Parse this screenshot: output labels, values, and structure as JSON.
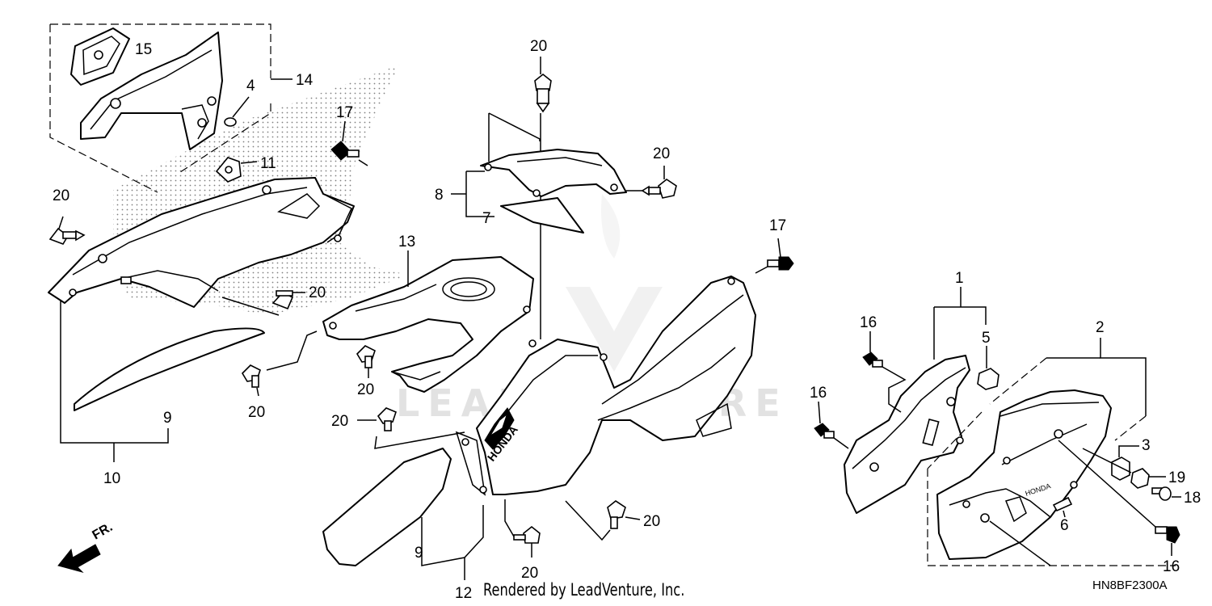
{
  "diagram": {
    "callouts": {
      "c1": "1",
      "c2": "2",
      "c3": "3",
      "c4": "4",
      "c5": "5",
      "c6": "6",
      "c7": "7",
      "c8": "8",
      "c9a": "9",
      "c9b": "9",
      "c10": "10",
      "c11": "11",
      "c12": "12",
      "c13": "13",
      "c14": "14",
      "c15": "15",
      "c16a": "16",
      "c16b": "16",
      "c16c": "16",
      "c17a": "17",
      "c17b": "17",
      "c18": "18",
      "c19": "19",
      "c20a": "20",
      "c20b": "20",
      "c20c": "20",
      "c20d": "20",
      "c20e": "20",
      "c20f": "20",
      "c20g": "20",
      "c20h": "20",
      "c20i": "20"
    },
    "front_label": "FR.",
    "watermark": "LEADVENTURE",
    "emblem_text": "HONDA",
    "small_emblem_text": "HONDA",
    "credit": "Rendered by LeadVenture, Inc.",
    "diagram_code": "HN8BF2300A"
  }
}
